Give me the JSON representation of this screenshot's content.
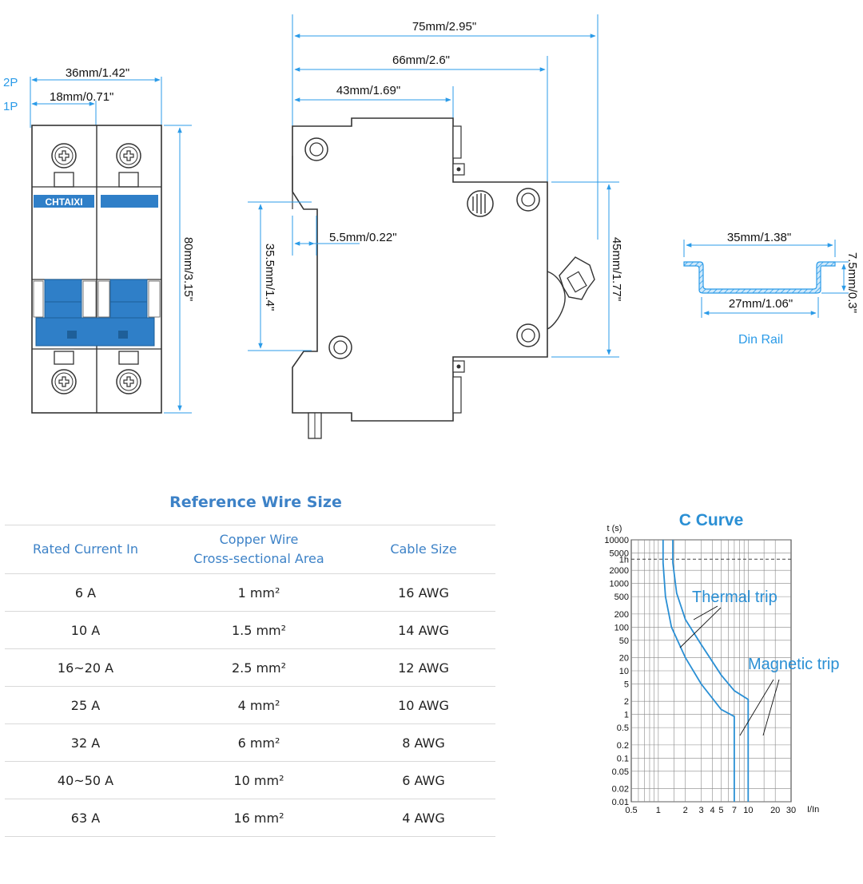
{
  "colors": {
    "dim": "#2b9be8",
    "brand": "#2f7fc8",
    "curve": "#2a8fd4",
    "title": "#3d82c7",
    "outline": "#333333"
  },
  "front_view": {
    "pole2_label": "2P",
    "pole1_label": "1P",
    "width_2p": "36mm/1.42\"",
    "width_1p": "18mm/0.71\"",
    "height": "80mm/3.15\"",
    "brand": "CHTAIXI"
  },
  "side_view": {
    "overall": "75mm/2.95\"",
    "body": "66mm/2.6\"",
    "front": "43mm/1.69\"",
    "rail_offset": "5.5mm/0.22\"",
    "clip": "35.5mm/1.4\"",
    "depth": "45mm/1.77\""
  },
  "din_rail": {
    "top": "35mm/1.38\"",
    "bottom": "27mm/1.06\"",
    "height": "7.5mm/0.3\"",
    "label": "Din Rail"
  },
  "wire_table": {
    "title": "Reference Wire Size",
    "headers": [
      "Rated Current In",
      "Copper Wire\nCross-sectional Area",
      "Cable Size"
    ],
    "rows": [
      [
        "6 A",
        "1 mm²",
        "16 AWG"
      ],
      [
        "10 A",
        "1.5 mm²",
        "14 AWG"
      ],
      [
        "16~20 A",
        "2.5 mm²",
        "12 AWG"
      ],
      [
        "25 A",
        "4 mm²",
        "10 AWG"
      ],
      [
        "32 A",
        "6 mm²",
        "8 AWG"
      ],
      [
        "40~50 A",
        "10 mm²",
        "6 AWG"
      ],
      [
        "63 A",
        "16 mm²",
        "4 AWG"
      ]
    ]
  },
  "chart_data": {
    "type": "line",
    "title": "C Curve",
    "ylabel": "t (s)",
    "xlabel": "I/In",
    "x_scale": "log",
    "y_scale": "log",
    "xlim": [
      0.5,
      30
    ],
    "ylim": [
      0.01,
      10000
    ],
    "x_ticks": [
      "0.5",
      "1",
      "2",
      "3",
      "4",
      "5",
      "7",
      "10",
      "20",
      "30"
    ],
    "y_ticks": [
      "10000",
      "5000",
      "1h",
      "2000",
      "1000",
      "500",
      "200",
      "100",
      "50",
      "20",
      "10",
      "5",
      "2",
      "1",
      "0.5",
      "0.2",
      "0.1",
      "0.05",
      "0.02",
      "0.01"
    ],
    "reference_line": {
      "label": "1h",
      "y": 3600
    },
    "series": [
      {
        "points": [
          [
            1.13,
            10000
          ],
          [
            1.13,
            3000
          ],
          [
            1.2,
            500
          ],
          [
            1.4,
            100
          ],
          [
            2,
            20
          ],
          [
            3,
            5
          ],
          [
            5,
            1.3
          ],
          [
            7,
            0.9
          ],
          [
            7,
            0.01
          ]
        ]
      },
      {
        "points": [
          [
            1.45,
            10000
          ],
          [
            1.45,
            3000
          ],
          [
            1.6,
            600
          ],
          [
            2,
            150
          ],
          [
            3,
            40
          ],
          [
            5,
            8
          ],
          [
            7,
            3.5
          ],
          [
            10,
            2.2
          ],
          [
            10,
            0.01
          ]
        ]
      }
    ],
    "annotations": [
      "Thermal trip",
      "Magnetic trip"
    ]
  }
}
